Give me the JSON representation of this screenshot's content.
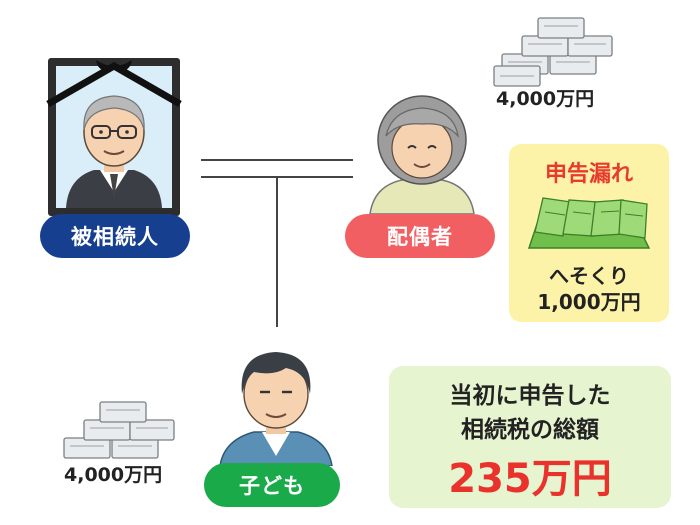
{
  "deceased": {
    "label": "被相続人",
    "color": "#173f8f"
  },
  "spouse": {
    "label": "配偶者",
    "color": "#f25f63",
    "money": "4,000万円"
  },
  "child": {
    "label": "子ども",
    "color": "#1aaa4a",
    "money": "4,000万円"
  },
  "hidden_note": {
    "title": "申告漏れ",
    "title_color": "#e83a2e",
    "line1": "へそくり",
    "line2": "1,000万円"
  },
  "tax_note": {
    "line1": "当初に申告した",
    "line2": "相続税の総額",
    "amount": "235万円",
    "amount_color": "#e8322b"
  }
}
